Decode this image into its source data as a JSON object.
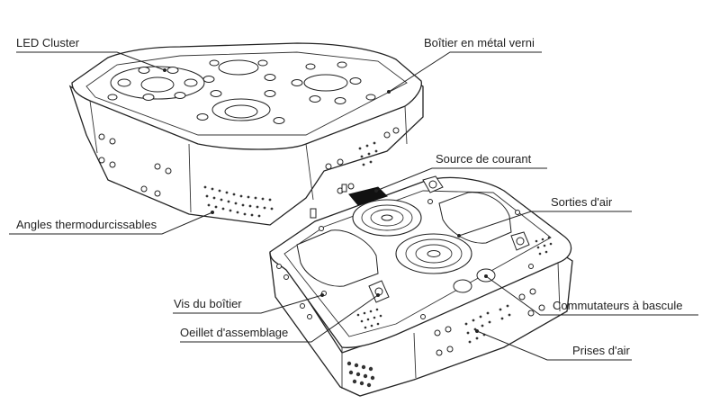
{
  "diagram": {
    "labels": {
      "led_cluster": "LED Cluster",
      "boitier_metal": "Boîtier en métal verni",
      "source_courant": "Source de courant",
      "sorties_air": "Sorties d'air",
      "angles": "Angles thermodurcissables",
      "vis_boitier": "Vis du boîtier",
      "commutateurs": "Commutateurs à bascule",
      "oeillet": "Oeillet d'assemblage",
      "prises_air": "Prises d'air"
    }
  }
}
